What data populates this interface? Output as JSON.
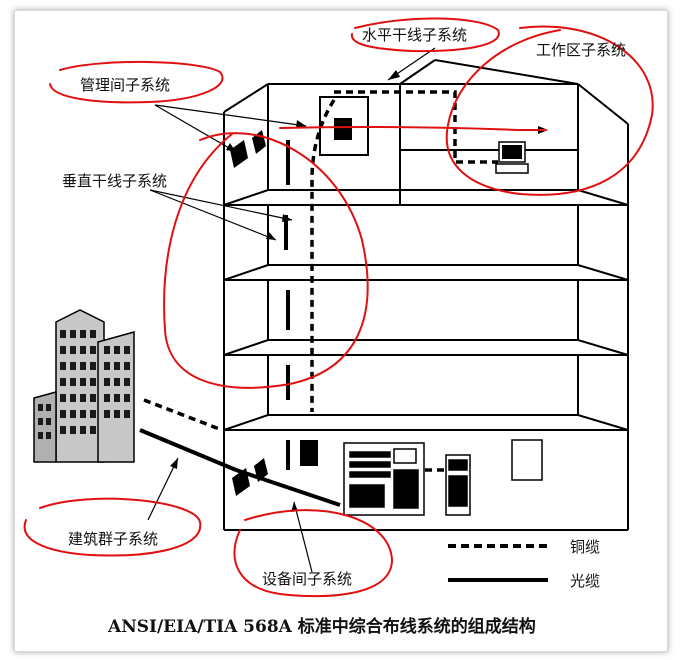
{
  "labels": {
    "horizontal": "水平干线子系统",
    "work_area": "工作区子系统",
    "admin": "管理间子系统",
    "vertical": "垂直干线子系统",
    "campus": "建筑群子系统",
    "equipment": "设备间子系统"
  },
  "legend": {
    "copper": "铜缆",
    "fiber": "光缆"
  },
  "caption": "ANSI/EIA/TIA 568A 标准中综合布线系统的组成结构",
  "colors": {
    "annotation_red": "#e01010",
    "line": "#000000",
    "floor_fill": "#ffffff"
  }
}
